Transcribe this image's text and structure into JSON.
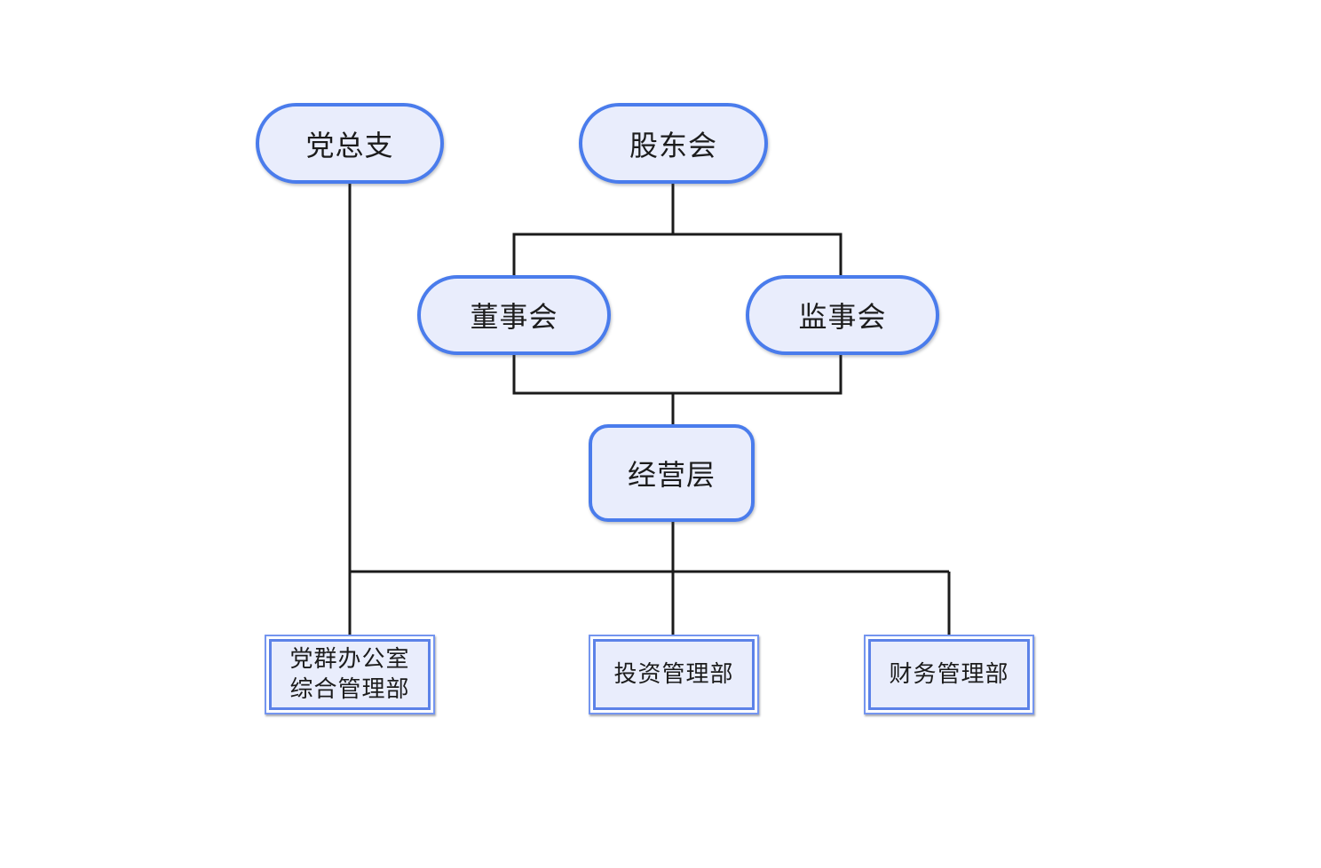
{
  "diagram": {
    "type": "org-chart",
    "background": "#ffffff",
    "colors": {
      "node_border": "#4a7cec",
      "node_fill": "#e9edfc",
      "dept_border_outer": "#7495ef",
      "dept_border_inner": "#5c82e8",
      "connector": "#1b1b1b",
      "text": "#1c1c1c"
    },
    "nodes": {
      "party_branch": {
        "label": "党总支",
        "shape": "pill"
      },
      "shareholders": {
        "label": "股东会",
        "shape": "pill"
      },
      "directors": {
        "label": "董事会",
        "shape": "pill"
      },
      "supervisors": {
        "label": "监事会",
        "shape": "pill"
      },
      "management": {
        "label": "经营层",
        "shape": "rounded-rect"
      },
      "party_office": {
        "line1": "党群办公室",
        "line2": "综合管理部",
        "shape": "double-border-rect"
      },
      "investment": {
        "label": "投资管理部",
        "shape": "double-border-rect"
      },
      "finance": {
        "label": "财务管理部",
        "shape": "double-border-rect"
      }
    },
    "edges": [
      {
        "from": "shareholders",
        "to": "directors"
      },
      {
        "from": "shareholders",
        "to": "supervisors"
      },
      {
        "from": "directors",
        "to": "management"
      },
      {
        "from": "supervisors",
        "to": "management"
      },
      {
        "from": "party_branch",
        "to": "party_office"
      },
      {
        "from": "management",
        "to": "party_office"
      },
      {
        "from": "management",
        "to": "investment"
      },
      {
        "from": "management",
        "to": "finance"
      }
    ]
  }
}
